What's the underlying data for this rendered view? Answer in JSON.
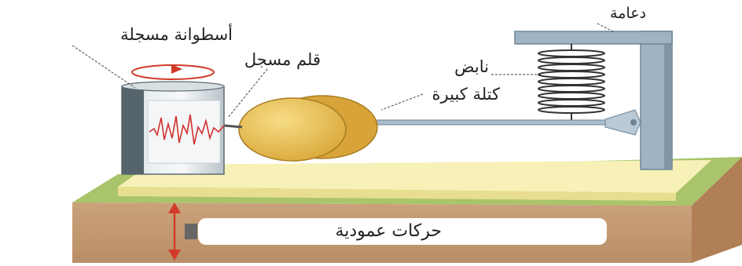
{
  "labels": {
    "support": "دعامة",
    "recording_drum": "أسطوانة مسجلة",
    "recording_pen": "قلم مسجل",
    "spring": "نابض",
    "large_mass": "كتلة كبيرة",
    "vertical_movements": "حركات عمودية"
  },
  "colors": {
    "ground_soil": "#c9a27a",
    "ground_grass": "#a9c46a",
    "base_top": "#f7f1b8",
    "mass": "#e8c45a",
    "support_frame": "#9fb3c3",
    "arrow": "#d23a2a",
    "trace": "#d32f2f"
  }
}
